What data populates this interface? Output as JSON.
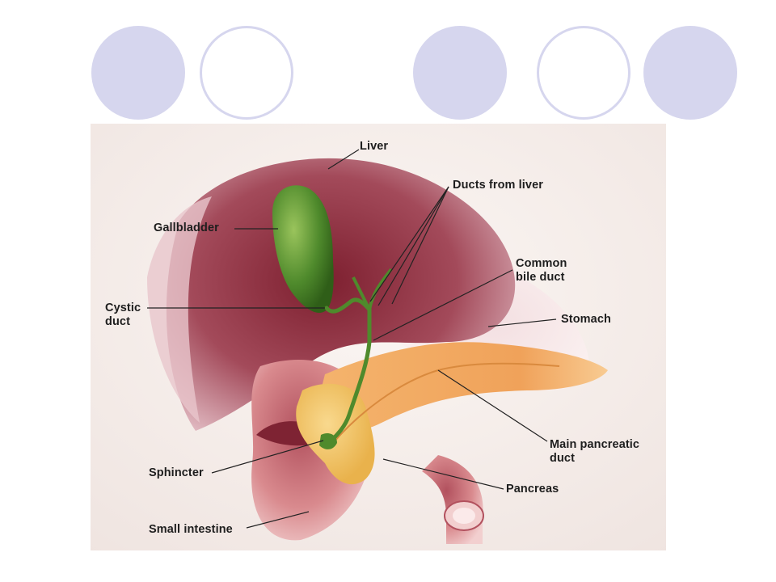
{
  "labels": {
    "liver": "Liver",
    "ducts_from_liver": "Ducts from liver",
    "gallbladder": "Gallbladder",
    "common_bile_duct_line1": "Common",
    "common_bile_duct_line2": "bile duct",
    "cystic_duct_line1": "Cystic",
    "cystic_duct_line2": "duct",
    "stomach": "Stomach",
    "main_pancreatic_duct_line1": "Main pancreatic",
    "main_pancreatic_duct_line2": "duct",
    "sphincter": "Sphincter",
    "pancreas": "Pancreas",
    "small_intestine": "Small intestine"
  },
  "colors": {
    "accent_dot": "#d6d6ee",
    "liver": "#8e2a3a",
    "gallbladder": "#4f8a2c",
    "pancreas": "#f0a25a",
    "intestine": "#d98a8e"
  }
}
